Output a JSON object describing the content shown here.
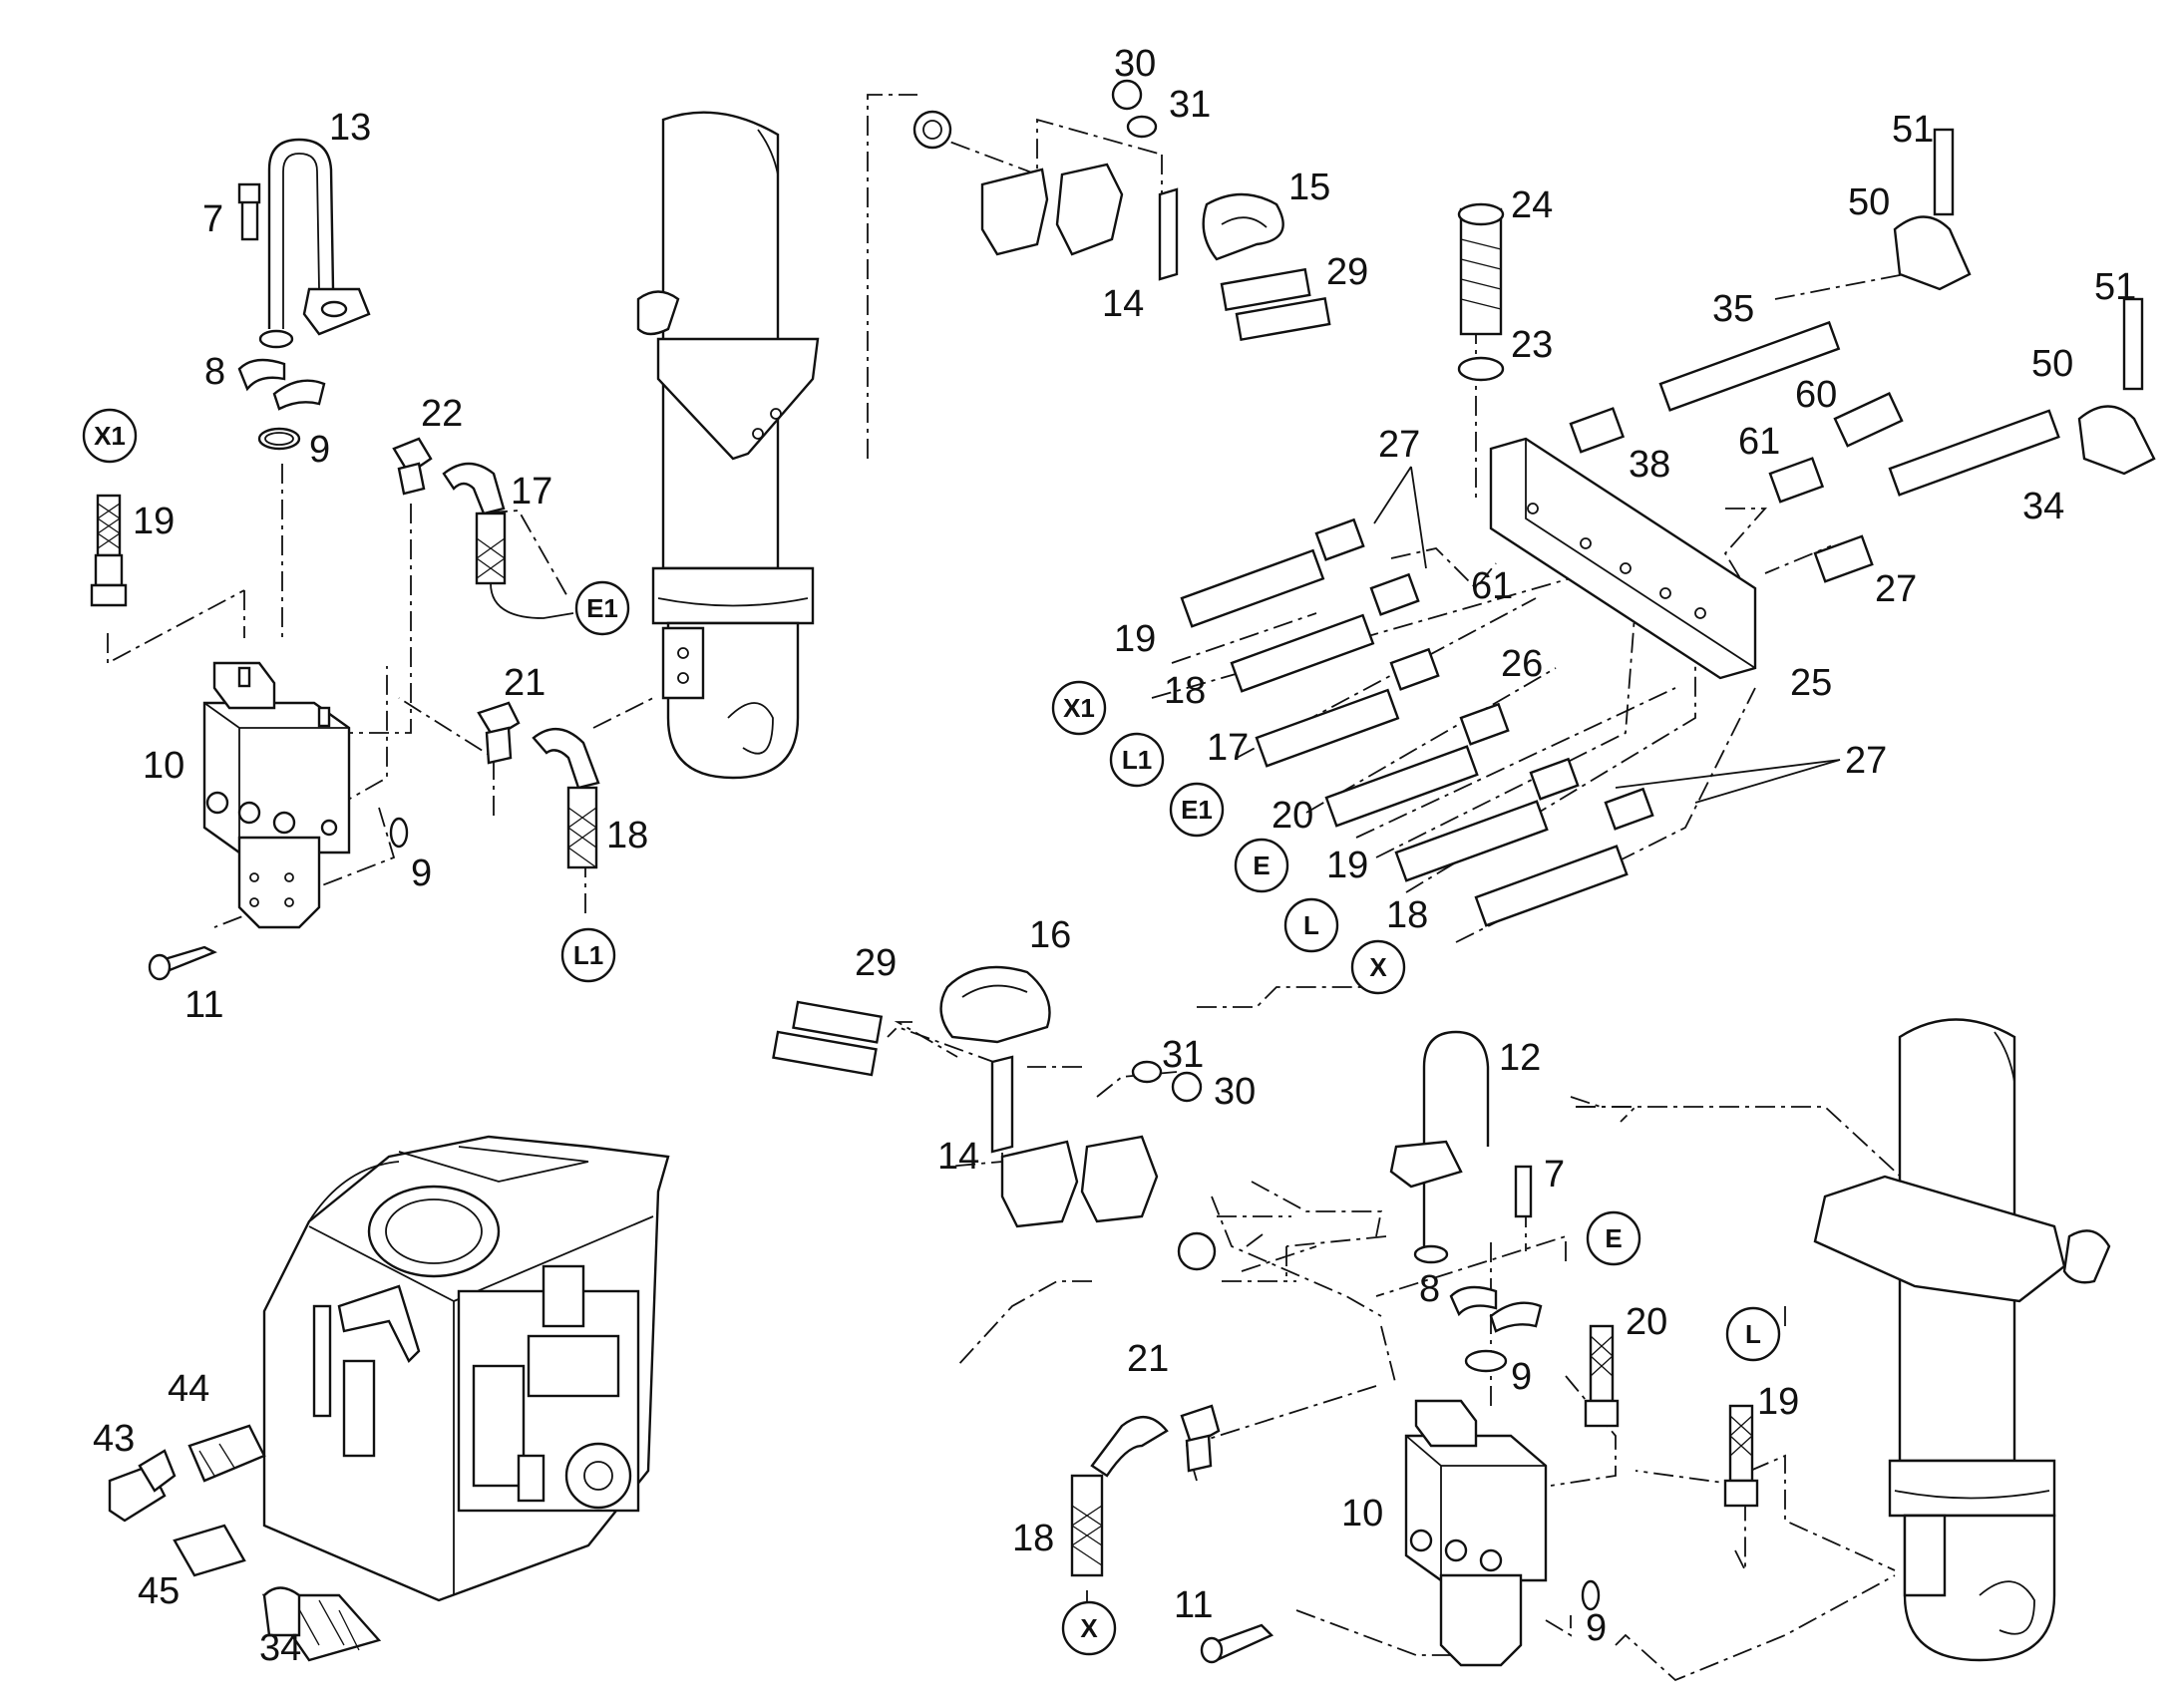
{
  "part_labels": [
    {
      "id": "p13a",
      "text": "13"
    },
    {
      "id": "p7a",
      "text": "7"
    },
    {
      "id": "p8a",
      "text": "8"
    },
    {
      "id": "p9a",
      "text": "9"
    },
    {
      "id": "p19a",
      "text": "19"
    },
    {
      "id": "p22",
      "text": "22"
    },
    {
      "id": "p17a",
      "text": "17"
    },
    {
      "id": "p10a",
      "text": "10"
    },
    {
      "id": "p21a",
      "text": "21"
    },
    {
      "id": "p18a",
      "text": "18"
    },
    {
      "id": "p9b",
      "text": "9"
    },
    {
      "id": "p11a",
      "text": "11"
    },
    {
      "id": "p30a",
      "text": "30"
    },
    {
      "id": "p31a",
      "text": "31"
    },
    {
      "id": "p15",
      "text": "15"
    },
    {
      "id": "p29a",
      "text": "29"
    },
    {
      "id": "p14a",
      "text": "14"
    },
    {
      "id": "p24",
      "text": "24"
    },
    {
      "id": "p23",
      "text": "23"
    },
    {
      "id": "p51a",
      "text": "51"
    },
    {
      "id": "p50a",
      "text": "50"
    },
    {
      "id": "p35",
      "text": "35"
    },
    {
      "id": "p51b",
      "text": "51"
    },
    {
      "id": "p50b",
      "text": "50"
    },
    {
      "id": "p60",
      "text": "60"
    },
    {
      "id": "p38",
      "text": "38"
    },
    {
      "id": "p61a",
      "text": "61"
    },
    {
      "id": "p34a",
      "text": "34"
    },
    {
      "id": "p27a",
      "text": "27"
    },
    {
      "id": "p27b",
      "text": "27"
    },
    {
      "id": "p19b",
      "text": "19"
    },
    {
      "id": "p61b",
      "text": "61"
    },
    {
      "id": "p18b",
      "text": "18"
    },
    {
      "id": "p26",
      "text": "26"
    },
    {
      "id": "p25",
      "text": "25"
    },
    {
      "id": "p17b",
      "text": "17"
    },
    {
      "id": "p27c",
      "text": "27"
    },
    {
      "id": "p20a",
      "text": "20"
    },
    {
      "id": "p19c",
      "text": "19"
    },
    {
      "id": "p18c",
      "text": "18"
    },
    {
      "id": "p16",
      "text": "16"
    },
    {
      "id": "p29b",
      "text": "29"
    },
    {
      "id": "p31b",
      "text": "31"
    },
    {
      "id": "p30b",
      "text": "30"
    },
    {
      "id": "p14b",
      "text": "14"
    },
    {
      "id": "p12",
      "text": "12"
    },
    {
      "id": "p7b",
      "text": "7"
    },
    {
      "id": "p8b",
      "text": "8"
    },
    {
      "id": "p9c",
      "text": "9"
    },
    {
      "id": "p20b",
      "text": "20"
    },
    {
      "id": "p21b",
      "text": "21"
    },
    {
      "id": "p19d",
      "text": "19"
    },
    {
      "id": "p10b",
      "text": "10"
    },
    {
      "id": "p18d",
      "text": "18"
    },
    {
      "id": "p11b",
      "text": "11"
    },
    {
      "id": "p9d",
      "text": "9"
    },
    {
      "id": "p44",
      "text": "44"
    },
    {
      "id": "p43",
      "text": "43"
    },
    {
      "id": "p45",
      "text": "45"
    },
    {
      "id": "p34b",
      "text": "34"
    }
  ],
  "connection_markers": [
    {
      "id": "c_x1a",
      "text": "X1"
    },
    {
      "id": "c_e1a",
      "text": "E1"
    },
    {
      "id": "c_l1a",
      "text": "L1"
    },
    {
      "id": "c_x1b",
      "text": "X1"
    },
    {
      "id": "c_l1b",
      "text": "L1"
    },
    {
      "id": "c_e1b",
      "text": "E1"
    },
    {
      "id": "c_e",
      "text": "E"
    },
    {
      "id": "c_l",
      "text": "L"
    },
    {
      "id": "c_x",
      "text": "X"
    },
    {
      "id": "c_eb",
      "text": "E"
    },
    {
      "id": "c_lb",
      "text": "L"
    },
    {
      "id": "c_xb",
      "text": "X"
    }
  ]
}
